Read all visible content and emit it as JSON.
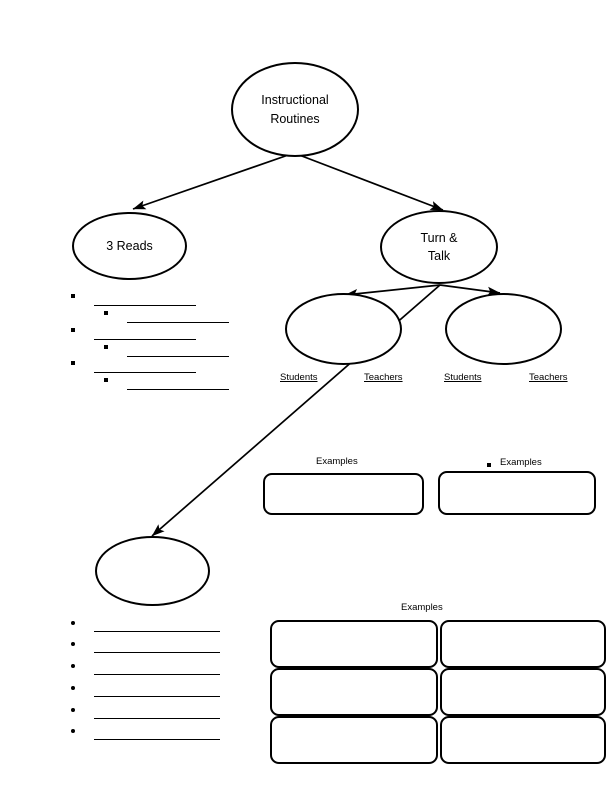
{
  "document": {
    "title": "Instructional Routines Graphic Organizer",
    "ink_color": "#000000",
    "paper_color": "#ffffff"
  },
  "nodes": {
    "root": {
      "label": "Instructional Routines",
      "line1": "Instructional",
      "line2": "Routines"
    },
    "three_reads": {
      "label": "3 Reads"
    },
    "turn_and_talk": {
      "label": "Turn & Talk",
      "line1": "Turn &",
      "line2": "Talk"
    },
    "tt_child_left": {
      "label": ""
    },
    "tt_child_right": {
      "label": ""
    },
    "bottom_node": {
      "label": ""
    }
  },
  "captions": {
    "tt_left_students": "Students",
    "tt_left_teachers": "Teachers",
    "tt_right_students": "Students",
    "tt_right_teachers": "Teachers",
    "examples_mid_left": "Examples",
    "examples_mid_right": "Examples",
    "examples_bottom": "Examples"
  },
  "three_reads_notes": {
    "bullet_glyph": "square",
    "rows": [
      {
        "level": 1,
        "text": ""
      },
      {
        "level": 2,
        "text": ""
      },
      {
        "level": 1,
        "text": ""
      },
      {
        "level": 2,
        "text": ""
      },
      {
        "level": 1,
        "text": ""
      },
      {
        "level": 2,
        "text": ""
      }
    ]
  },
  "bottom_notes": {
    "bullet_glyph": "round",
    "rows": [
      {
        "text": ""
      },
      {
        "text": ""
      },
      {
        "text": ""
      },
      {
        "text": ""
      },
      {
        "text": ""
      },
      {
        "text": ""
      }
    ]
  },
  "example_boxes": {
    "middle_row": [
      {
        "id": "mid-left",
        "text": ""
      },
      {
        "id": "mid-right",
        "text": ""
      }
    ],
    "bottom_grid": [
      {
        "id": "grid-r1c1",
        "text": ""
      },
      {
        "id": "grid-r1c2",
        "text": ""
      },
      {
        "id": "grid-r2c1",
        "text": ""
      },
      {
        "id": "grid-r2c2",
        "text": ""
      },
      {
        "id": "grid-r3c1",
        "text": ""
      },
      {
        "id": "grid-r3c2",
        "text": ""
      }
    ]
  },
  "connections": [
    {
      "from": "root",
      "to": "three_reads",
      "style": "arrow"
    },
    {
      "from": "root",
      "to": "turn_and_talk",
      "style": "arrow"
    },
    {
      "from": "turn_and_talk",
      "to": "tt_child_left",
      "style": "arrow"
    },
    {
      "from": "turn_and_talk",
      "to": "tt_child_right",
      "style": "arrow"
    },
    {
      "from": "turn_and_talk",
      "to": "bottom_node",
      "style": "arrow"
    }
  ]
}
